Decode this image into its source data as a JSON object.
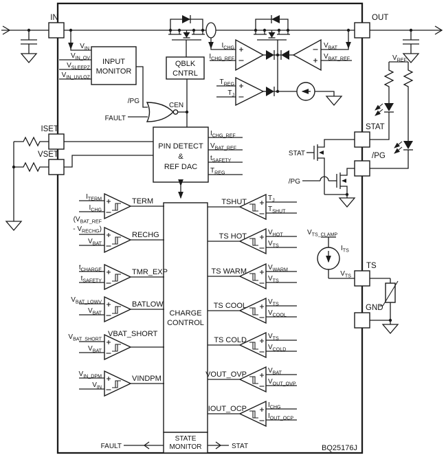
{
  "part_number": "BQ25176J",
  "pins": {
    "in": "IN",
    "out": "OUT",
    "iset": "ISET",
    "vset": "VSET",
    "stat": "STAT",
    "pg": "/PG",
    "ts": "TS",
    "gnd": "GND"
  },
  "blocks": {
    "input_monitor": [
      "INPUT",
      "MONITOR"
    ],
    "qblk_cntrl": [
      "QBLK",
      "CNTRL"
    ],
    "pin_detect": [
      "PIN DETECT",
      "&",
      "REF DAC"
    ],
    "charge_control": [
      "CHARGE",
      "CONTROL"
    ],
    "state_monitor": [
      "STATE",
      "MONITOR"
    ]
  },
  "top_labels": {
    "vin": "V_{IN}",
    "vin_ov": "V_{IN_OV}",
    "vsleepz": "V_{SLEEPZ}",
    "vin_uvloz": "V_{IN_UVLOZ}",
    "pg": "/PG",
    "fault": "FAULT",
    "cen": "CEN",
    "ichg": "I_{CHG}",
    "ichg_ref": "I_{CHG_REF}",
    "vbat": "V_{BAT}",
    "vbat_ref": "V_{BAT_REF}",
    "treg": "T_{REG}",
    "tj": "T_{J}"
  },
  "ref_dac_outputs": [
    "I_{CHG_REF}",
    "V_{BAT_REF}",
    "t_{SAFETY}",
    "T_{REG}"
  ],
  "right_area": {
    "vref": "V_{REF}",
    "stat": "STAT",
    "pg": "/PG",
    "vts_clamp": "V_{TS_CLAMP}",
    "its": "I_{TS}",
    "vts": "V_{TS}"
  },
  "bottom": {
    "fault": "FAULT",
    "stat": "STAT"
  },
  "left_comparators": [
    {
      "name": "TERM",
      "p": "I_{TERM}",
      "n": "I_{CHG}"
    },
    {
      "name": "RECHG",
      "p_lines": [
        "(V_{BAT_REF}",
        "- V_{RECHG})"
      ],
      "n": "V_{BAT}"
    },
    {
      "name": "TMR_EXP",
      "p": "t_{CHARGE}",
      "n": "t_{SAFETY}"
    },
    {
      "name": "BATLOW",
      "p": "V_{BAT_LOWV}",
      "n": "V_{BAT}"
    },
    {
      "name": "VBAT_SHORT",
      "p": "V_{BAT_SHORT}",
      "n": "V_{BAT}"
    },
    {
      "name": "VINDPM",
      "p": "V_{IN_DPM}",
      "n": "V_{IN}"
    }
  ],
  "right_comparators": [
    {
      "name": "TSHUT",
      "p": "T_{J}",
      "n": "T_{SHUT}"
    },
    {
      "name": "TS HOT",
      "p": "V_{HOT}",
      "n": "V_{TS}"
    },
    {
      "name": "TS WARM",
      "p": "V_{WARM}",
      "n": "V_{TS}"
    },
    {
      "name": "TS COOL",
      "p": "V_{TS}",
      "n": "V_{COOL}"
    },
    {
      "name": "TS COLD",
      "p": "V_{TS}",
      "n": "V_{COLD}"
    },
    {
      "name": "VOUT_OVP",
      "p": "V_{BAT}",
      "n": "V_{OUT_OVP}"
    },
    {
      "name": "IOUT_OCP",
      "p": "I_{CHG}",
      "n": "I_{OUT_OCP}"
    }
  ]
}
